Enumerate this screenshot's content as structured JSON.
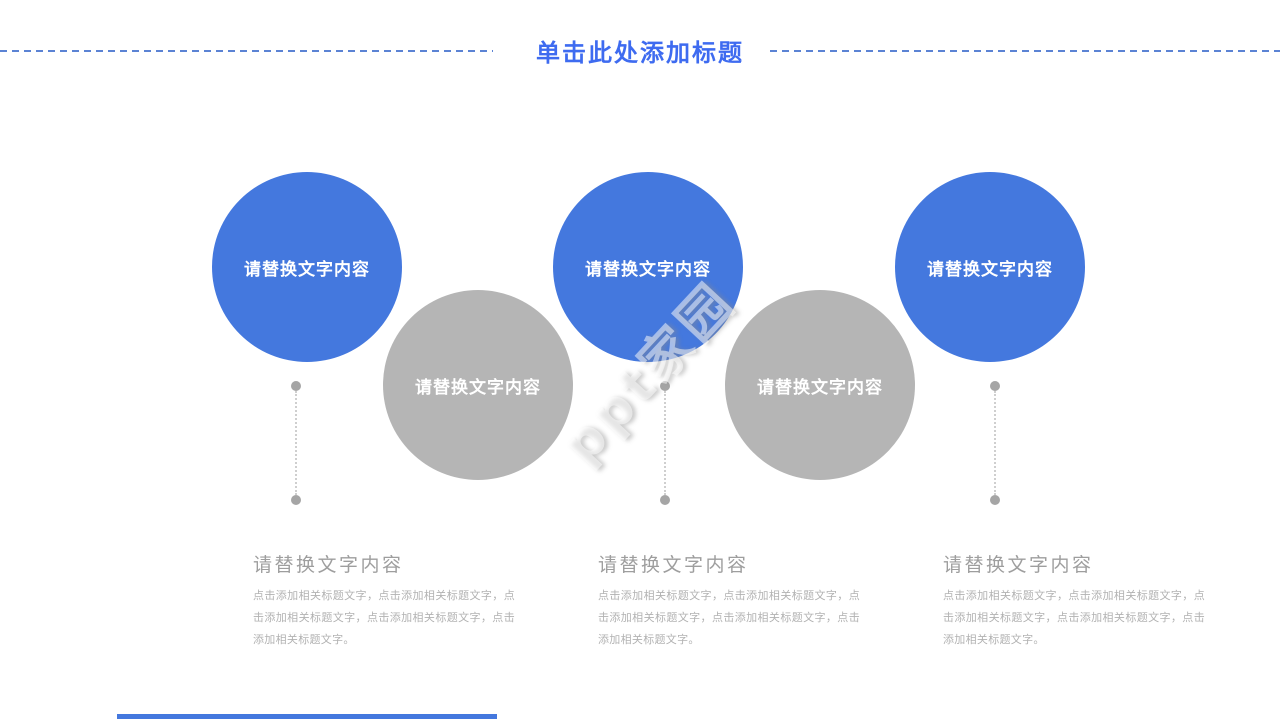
{
  "title": {
    "text": "单击此处添加标题"
  },
  "watermark": {
    "text": "ppt家园"
  },
  "circles": [
    {
      "label": "请替换文字内容",
      "style": "blue"
    },
    {
      "label": "请替换文字内容",
      "style": "gray"
    },
    {
      "label": "请替换文字内容",
      "style": "blue"
    },
    {
      "label": "请替换文字内容",
      "style": "gray"
    },
    {
      "label": "请替换文字内容",
      "style": "blue"
    }
  ],
  "text_blocks": [
    {
      "heading": "请替换文字内容",
      "body": "点击添加相关标题文字，点击添加相关标题文字，点击添加相关标题文字，点击添加相关标题文字，点击添加相关标题文字。"
    },
    {
      "heading": "请替换文字内容",
      "body": "点击添加相关标题文字，点击添加相关标题文字，点击添加相关标题文字，点击添加相关标题文字，点击添加相关标题文字。"
    },
    {
      "heading": "请替换文字内容",
      "body": "点击添加相关标题文字，点击添加相关标题文字，点击添加相关标题文字，点击添加相关标题文字，点击添加相关标题文字。"
    }
  ],
  "colors": {
    "accent_blue": "#4478de",
    "title_blue": "#3e6bf0",
    "circle_gray": "#b5b5b5",
    "dash_blue": "#5b83d4"
  }
}
